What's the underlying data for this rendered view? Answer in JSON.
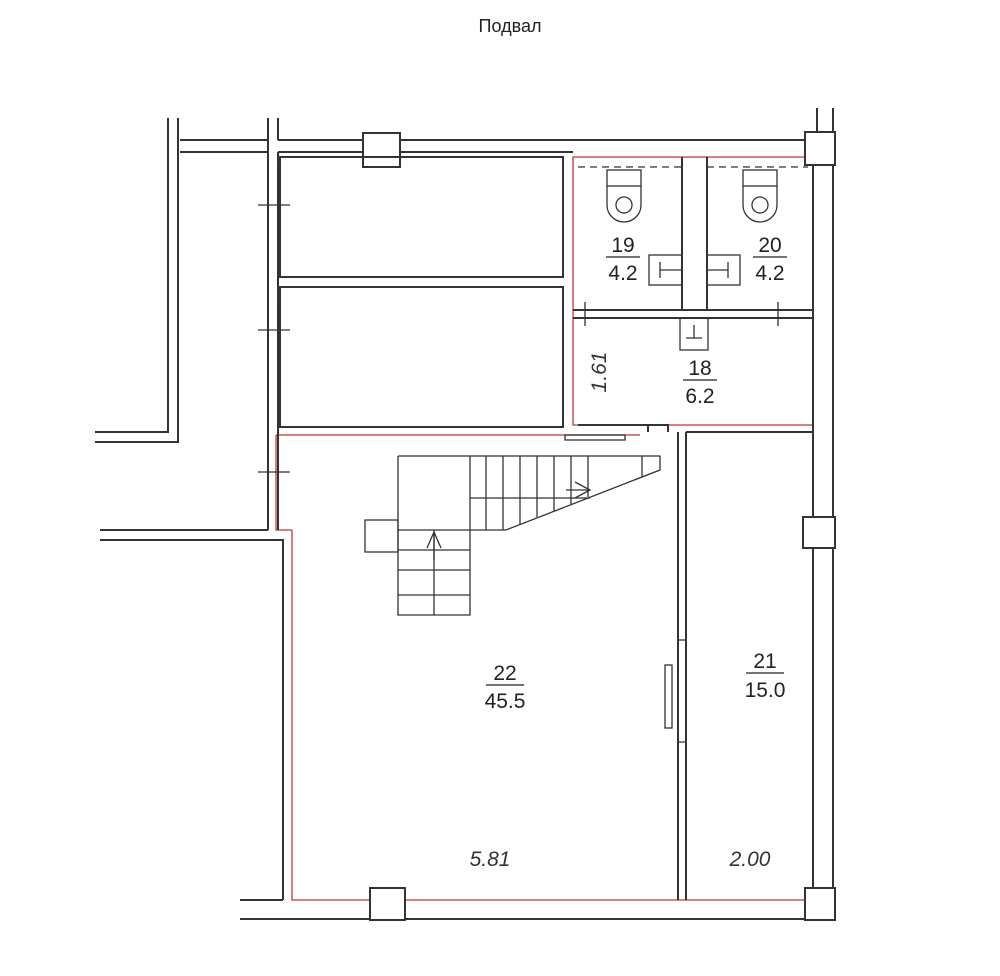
{
  "title": "Подвал",
  "rooms": [
    {
      "number": "19",
      "area": "4.2"
    },
    {
      "number": "20",
      "area": "4.2"
    },
    {
      "number": "18",
      "area": "6.2"
    },
    {
      "number": "22",
      "area": "45.5"
    },
    {
      "number": "21",
      "area": "15.0"
    }
  ],
  "dimensions": {
    "room18_width": "1.61",
    "room22_width": "5.81",
    "room21_width": "2.00"
  },
  "colors": {
    "walls": "#333333",
    "boundary": "#c0392b"
  }
}
